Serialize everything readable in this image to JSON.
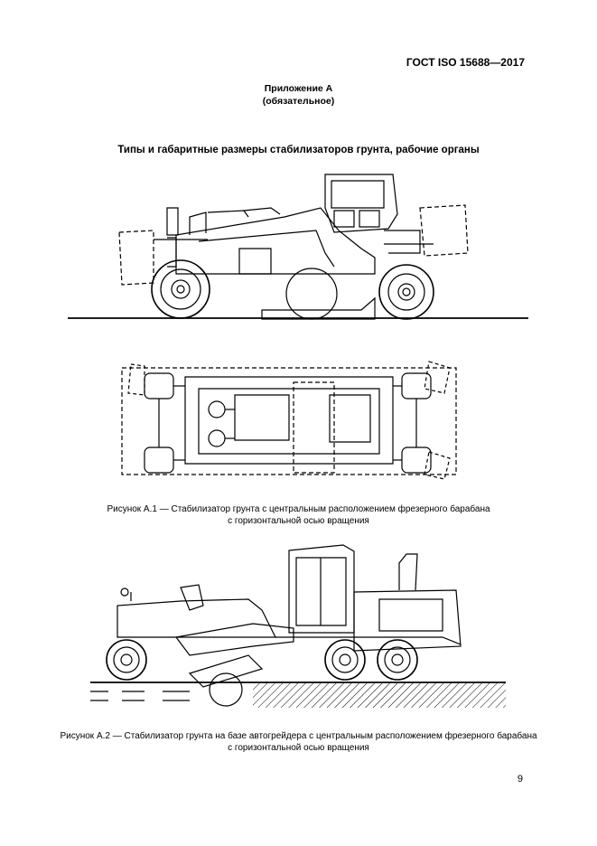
{
  "header": {
    "standard_number": "ГОСТ ISO 15688—2017"
  },
  "appendix": {
    "title": "Приложение А",
    "status": "(обязательное)"
  },
  "section": {
    "title": "Типы и габаритные размеры стабилизаторов грунта, рабочие органы"
  },
  "figures": [
    {
      "caption_line1": "Рисунок А.1 — Стабилизатор грунта с центральным расположением фрезерного барабана",
      "caption_line2": "с горизонтальной осью вращения"
    },
    {
      "caption_line1": "Рисунок А.2 — Стабилизатор грунта на базе автогрейдера с центральным расположением фрезерного барабана",
      "caption_line2": "с горизонтальной осью вращения"
    }
  ],
  "footer": {
    "page_number": "9"
  }
}
